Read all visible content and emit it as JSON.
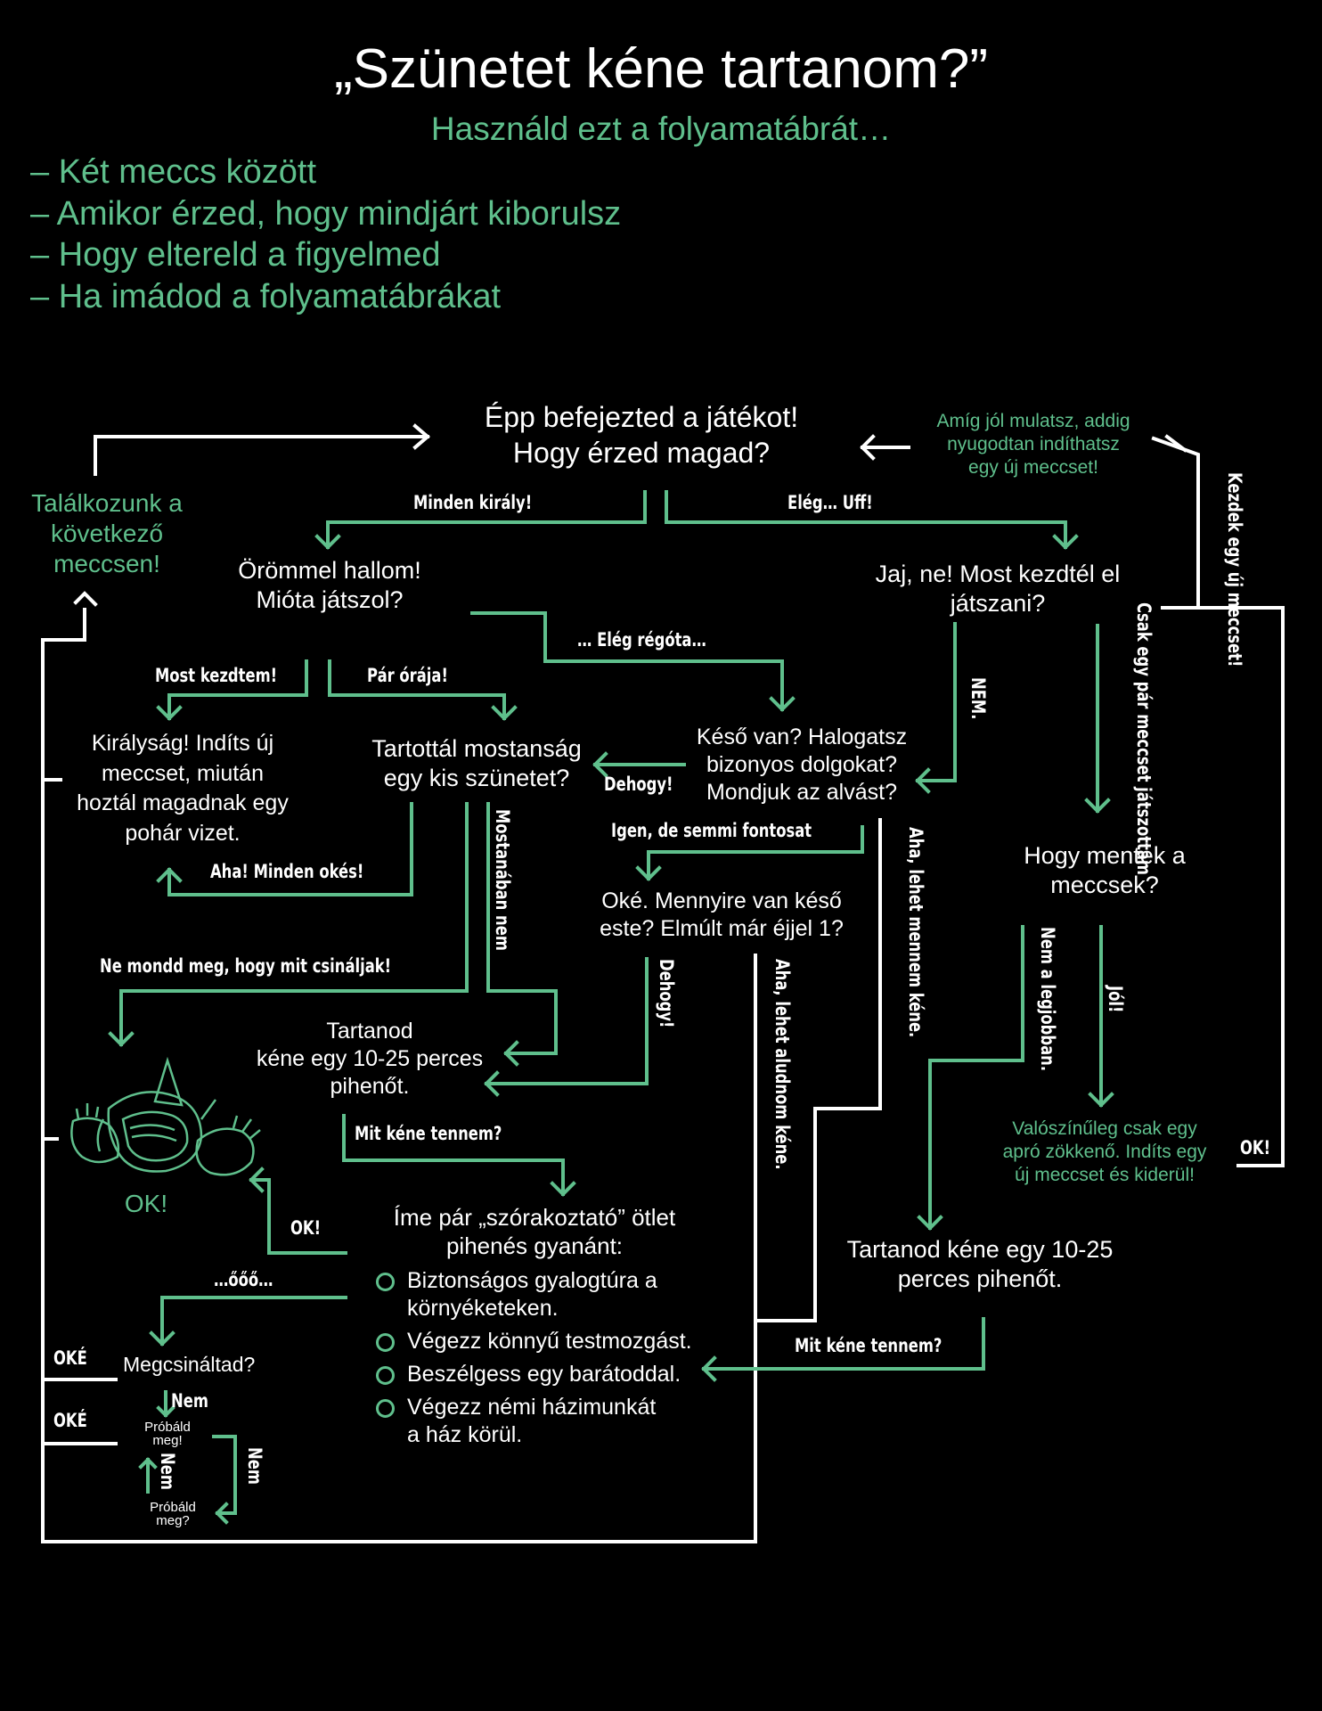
{
  "title": "„Szünetet kéne tartanom?”",
  "subtitle": "Használd ezt a folyamatábrát…",
  "bullets": [
    "– Két meccs között",
    "– Amikor érzed, hogy mindjárt kiborulsz",
    "– Hogy eltereld a figyelmed",
    "– Ha imádod a folyamatábrákat"
  ],
  "nodes": {
    "start_line1": "Épp befejezted a játékot!",
    "start_line2": "Hogy érzed magad?",
    "fun_line1": "Amíg jól mulatsz, addig",
    "fun_line2": "nyugodtan indíthatsz",
    "fun_line3": "egy új meccset!",
    "meet_line1": "Találkozunk a",
    "meet_line2": "következő",
    "meet_line3": "meccsen!",
    "glad_line1": "Örömmel hallom!",
    "glad_line2": "Mióta játszol?",
    "justnow_line1": "Jaj, ne! Most kezdtél el",
    "justnow_line2": "játszani?",
    "king_line1": "Királyság! Indíts új",
    "king_line2": "meccset, miután",
    "king_line3": "hoztál magadnak egy",
    "king_line4": "pohár vizet.",
    "kept_line1": "Tartottál mostanság",
    "kept_line2": "egy kis szünetet?",
    "late_line1": "Késő van? Halogatsz",
    "late_line2": "bizonyos dolgokat?",
    "late_line3": "Mondjuk az alvást?",
    "matches_line1": "Hogy mentek a",
    "matches_line2": "meccsek?",
    "howlate_line1": "Oké. Mennyire van késő",
    "howlate_line2": "este? Elmúlt már éjjel 1?",
    "rest_line1": "Tartanod",
    "rest_line2": "kéne egy 10-25 perces",
    "rest_line3": "pihenőt.",
    "ok_label": "OK!",
    "ideas_line1": "Íme pár „szórakoztató” ötlet",
    "ideas_line2": "pihenés gyanánt:",
    "bump_line1": "Valószínűleg csak egy",
    "bump_line2": "apró zökkenő. Indíts egy",
    "bump_line3": "új meccset és kiderül!",
    "rest2_line1": "Tartanod kéne egy 10-25",
    "rest2_line2": "perces pihenőt.",
    "did_it": "Megcsináltad?",
    "try_line1": "Próbáld",
    "try_line2": "meg!",
    "try2_line1": "Próbáld",
    "try2_line2": "meg?"
  },
  "ideas": [
    {
      "line1": "Biztonságos gyalogtúra a",
      "line2": "környéketeken."
    },
    {
      "line1": "Végezz könnyű testmozgást.",
      "line2": ""
    },
    {
      "line1": "Beszélgess egy barátoddal.",
      "line2": ""
    },
    {
      "line1": "Végezz némi házimunkát",
      "line2": "a ház körül."
    }
  ],
  "labels": {
    "all_good": "Minden király!",
    "enough": "Elég… Uff!",
    "start_new": "Kezdek egy új meccset!",
    "long_ago": "… Elég régóta…",
    "just_started": "Most kezdtem!",
    "few_hours": "Pár órája!",
    "no_caps": "NEM.",
    "only_few": "Csak egy pár meccset játszottam",
    "of_course_not": "Dehogy!",
    "yes_nothing": "Igen, de semmi fontosat",
    "aha_ok": "Aha! Minden okés!",
    "not_lately": "Mostanában nem",
    "dont_tell": "Ne mondd meg, hogy mit csináljak!",
    "aha_go": "Aha, lehet mennem kéne.",
    "of_course_not2": "Dehogy!",
    "aha_sleep": "Aha, lehet aludnom kéne.",
    "not_best": "Nem a legjobban.",
    "good": "Jól!",
    "what_do": "Mit kéne tennem?",
    "ok1": "OK!",
    "ok2": "OK!",
    "ooo": "…őőő…",
    "oke1": "OKÉ",
    "oke2": "OKÉ",
    "nem1": "Nem",
    "nem2": "Nem",
    "nem3": "Nem",
    "what_do2": "Mit kéne tennem?"
  },
  "colors": {
    "background": "#000000",
    "accent": "#5fbf8c",
    "text": "#ffffff"
  }
}
